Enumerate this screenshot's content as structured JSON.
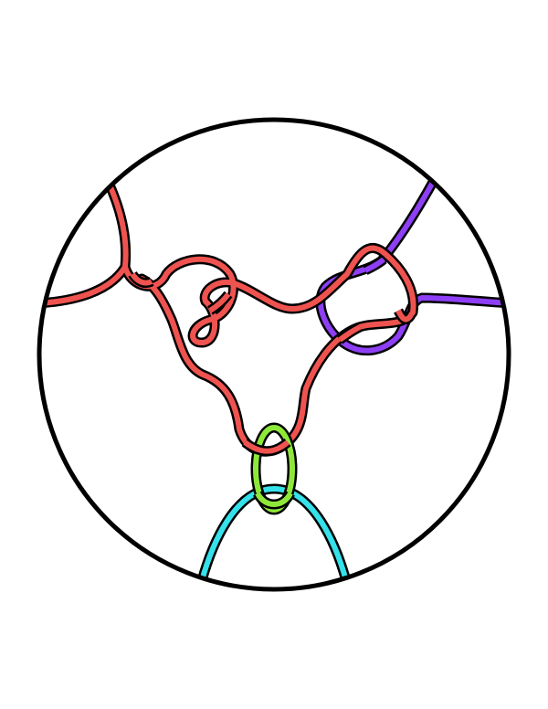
{
  "diagram": {
    "kind": "tangle-in-ball",
    "strands": [
      {
        "name": "red-strand",
        "color": "#ef5350"
      },
      {
        "name": "purple-strand",
        "color": "#8e3ff5"
      },
      {
        "name": "green-loop",
        "color": "#8ee83a"
      },
      {
        "name": "cyan-strand",
        "color": "#35e1ea"
      }
    ],
    "outline_color": "#000000",
    "boundary_color": "#000000"
  }
}
